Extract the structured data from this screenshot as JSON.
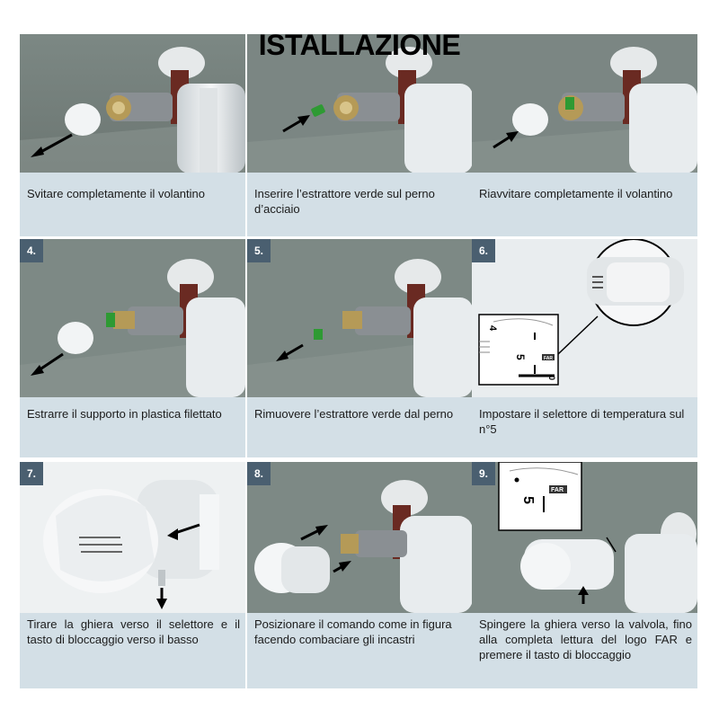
{
  "title": "ISTALLAZIONE",
  "steps": [
    {
      "number": "",
      "caption": "Svitare completamente il volantino"
    },
    {
      "number": "",
      "caption": "Inserire l’estrattore verde sul perno d’acciaio"
    },
    {
      "number": "",
      "caption": "Riavvitare completamente il volantino"
    },
    {
      "number": "4.",
      "caption": "Estrarre il supporto in plastica filettato"
    },
    {
      "number": "5.",
      "caption": "Rimuovere l’estrattore verde dal perno"
    },
    {
      "number": "6.",
      "caption": "Impostare il selettore di temperatura sul n°5"
    },
    {
      "number": "7.",
      "caption": "Tirare la ghiera verso il selettore e il tasto di bloccaggio verso il basso"
    },
    {
      "number": "8.",
      "caption": "Posizionare il comando come in figura facendo combaciare gli incastri"
    },
    {
      "number": "9.",
      "caption": "Spingere la ghiera verso la valvola, fino alla completa lettura del logo FAR e premere il tasto di bloccaggio"
    }
  ],
  "dial_labels": {
    "four": "4",
    "five": "5",
    "zero": "0",
    "logo": "FAR"
  },
  "colors": {
    "panel_bg": "#d3dfe6",
    "photo_bg": "#7f8a86",
    "badge": "#4a5f70",
    "green": "#2e9a33"
  }
}
